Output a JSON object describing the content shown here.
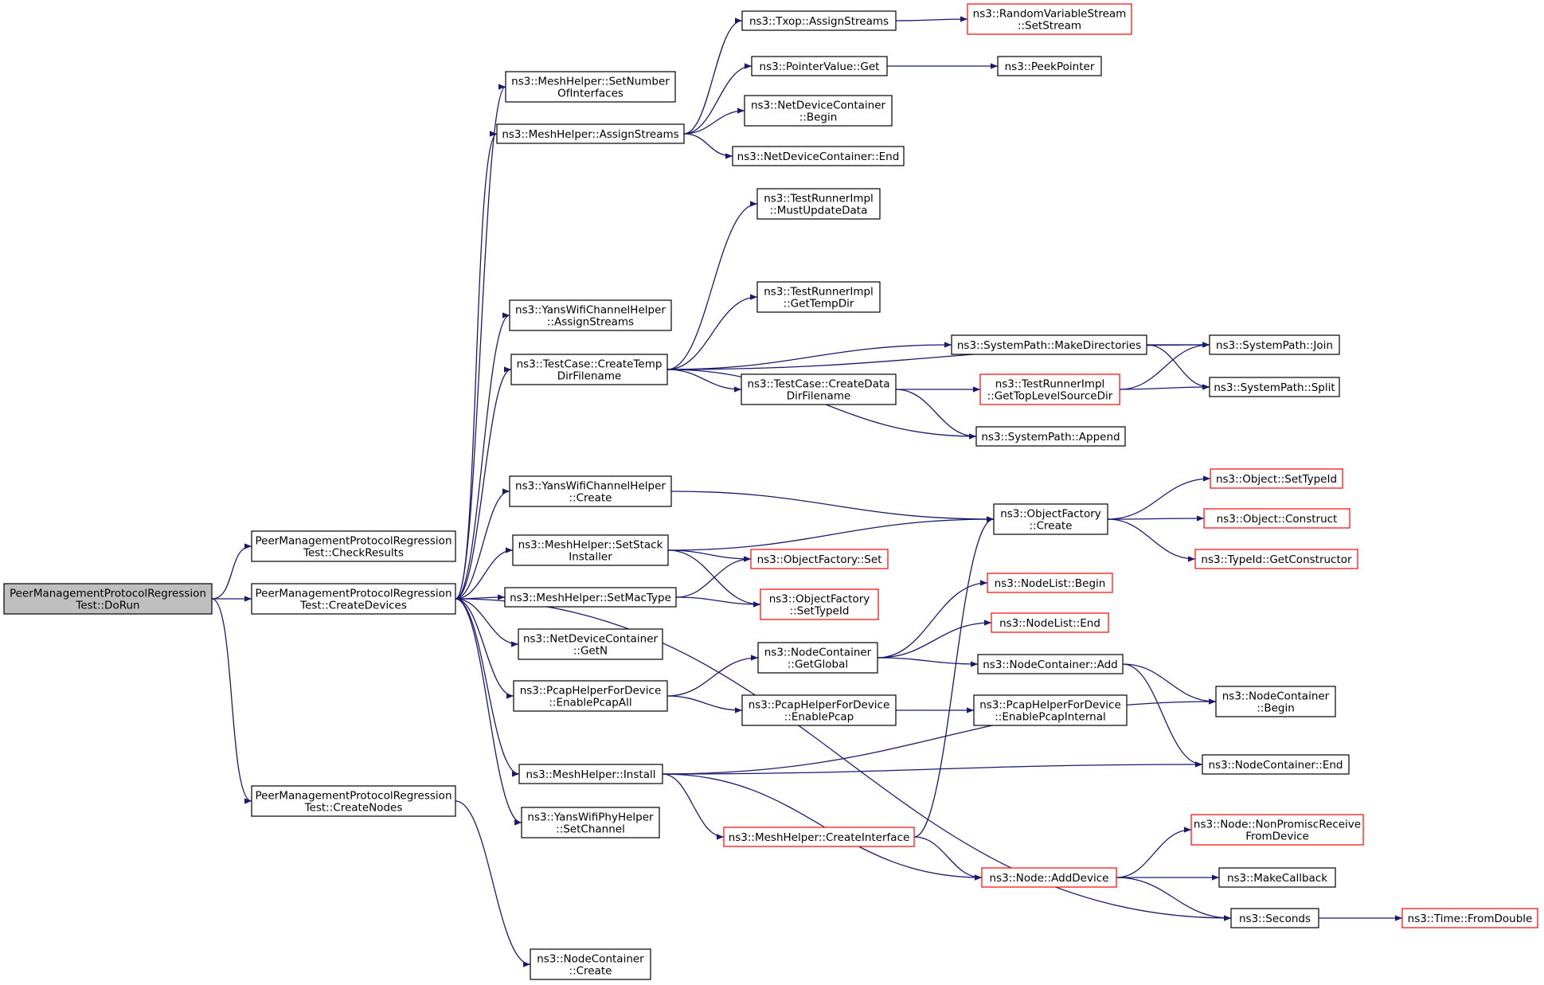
{
  "colors": {
    "edge": "#191970",
    "border_normal": "#000000",
    "border_truncated": "#ff0000",
    "fill_normal": "#ffffff",
    "fill_root": "#bfbfbf"
  },
  "nodes": [
    {
      "id": "dorun",
      "lines": [
        "PeerManagementProtocolRegression",
        "Test::DoRun"
      ],
      "kind": "root"
    },
    {
      "id": "checkresults",
      "lines": [
        "PeerManagementProtocolRegression",
        "Test::CheckResults"
      ],
      "kind": "normal"
    },
    {
      "id": "createdevices",
      "lines": [
        "PeerManagementProtocolRegression",
        "Test::CreateDevices"
      ],
      "kind": "normal"
    },
    {
      "id": "createnodes",
      "lines": [
        "PeerManagementProtocolRegression",
        "Test::CreateNodes"
      ],
      "kind": "normal"
    },
    {
      "id": "setnumif",
      "lines": [
        "ns3::MeshHelper::SetNumber",
        "OfInterfaces"
      ],
      "kind": "normal"
    },
    {
      "id": "mh_assign",
      "lines": [
        "ns3::MeshHelper::AssignStreams"
      ],
      "kind": "normal"
    },
    {
      "id": "yanschan_assign",
      "lines": [
        "ns3::YansWifiChannelHelper",
        "::AssignStreams"
      ],
      "kind": "normal"
    },
    {
      "id": "createtemp",
      "lines": [
        "ns3::TestCase::CreateTemp",
        "DirFilename"
      ],
      "kind": "normal"
    },
    {
      "id": "yanschan_create",
      "lines": [
        "ns3::YansWifiChannelHelper",
        "::Create"
      ],
      "kind": "normal"
    },
    {
      "id": "setstack",
      "lines": [
        "ns3::MeshHelper::SetStack",
        "Installer"
      ],
      "kind": "normal"
    },
    {
      "id": "setmac",
      "lines": [
        "ns3::MeshHelper::SetMacType"
      ],
      "kind": "normal"
    },
    {
      "id": "ndc_getn",
      "lines": [
        "ns3::NetDeviceContainer",
        "::GetN"
      ],
      "kind": "normal"
    },
    {
      "id": "pcap_all",
      "lines": [
        "ns3::PcapHelperForDevice",
        "::EnablePcapAll"
      ],
      "kind": "normal"
    },
    {
      "id": "mh_install",
      "lines": [
        "ns3::MeshHelper::Install"
      ],
      "kind": "normal"
    },
    {
      "id": "yansphy_setchan",
      "lines": [
        "ns3::YansWifiPhyHelper",
        "::SetChannel"
      ],
      "kind": "normal"
    },
    {
      "id": "nc_create",
      "lines": [
        "ns3::NodeContainer",
        "::Create"
      ],
      "kind": "normal"
    },
    {
      "id": "txop_assign",
      "lines": [
        "ns3::Txop::AssignStreams"
      ],
      "kind": "normal"
    },
    {
      "id": "pointer_get",
      "lines": [
        "ns3::PointerValue::Get"
      ],
      "kind": "normal"
    },
    {
      "id": "ndc_begin",
      "lines": [
        "ns3::NetDeviceContainer",
        "::Begin"
      ],
      "kind": "normal"
    },
    {
      "id": "ndc_end",
      "lines": [
        "ns3::NetDeviceContainer::End"
      ],
      "kind": "normal"
    },
    {
      "id": "tri_must",
      "lines": [
        "ns3::TestRunnerImpl",
        "::MustUpdateData"
      ],
      "kind": "normal"
    },
    {
      "id": "tri_gettemp",
      "lines": [
        "ns3::TestRunnerImpl",
        "::GetTempDir"
      ],
      "kind": "normal"
    },
    {
      "id": "createdata",
      "lines": [
        "ns3::TestCase::CreateData",
        "DirFilename"
      ],
      "kind": "normal"
    },
    {
      "id": "sp_makedirs",
      "lines": [
        "ns3::SystemPath::MakeDirectories"
      ],
      "kind": "normal"
    },
    {
      "id": "rvs_setstream",
      "lines": [
        "ns3::RandomVariableStream",
        "::SetStream"
      ],
      "kind": "truncated"
    },
    {
      "id": "peekpointer",
      "lines": [
        "ns3::PeekPointer"
      ],
      "kind": "normal"
    },
    {
      "id": "sp_join",
      "lines": [
        "ns3::SystemPath::Join"
      ],
      "kind": "normal"
    },
    {
      "id": "sp_split",
      "lines": [
        "ns3::SystemPath::Split"
      ],
      "kind": "normal"
    },
    {
      "id": "tri_gettop",
      "lines": [
        "ns3::TestRunnerImpl",
        "::GetTopLevelSourceDir"
      ],
      "kind": "truncated"
    },
    {
      "id": "sp_append",
      "lines": [
        "ns3::SystemPath::Append"
      ],
      "kind": "normal"
    },
    {
      "id": "of_create",
      "lines": [
        "ns3::ObjectFactory",
        "::Create"
      ],
      "kind": "normal"
    },
    {
      "id": "obj_settypeid",
      "lines": [
        "ns3::Object::SetTypeId"
      ],
      "kind": "truncated"
    },
    {
      "id": "obj_construct",
      "lines": [
        "ns3::Object::Construct"
      ],
      "kind": "truncated"
    },
    {
      "id": "typeid_getctor",
      "lines": [
        "ns3::TypeId::GetConstructor"
      ],
      "kind": "truncated"
    },
    {
      "id": "of_set",
      "lines": [
        "ns3::ObjectFactory::Set"
      ],
      "kind": "truncated"
    },
    {
      "id": "of_settypeid",
      "lines": [
        "ns3::ObjectFactory",
        "::SetTypeId"
      ],
      "kind": "truncated"
    },
    {
      "id": "nc_getglobal",
      "lines": [
        "ns3::NodeContainer",
        "::GetGlobal"
      ],
      "kind": "normal"
    },
    {
      "id": "nl_begin",
      "lines": [
        "ns3::NodeList::Begin"
      ],
      "kind": "truncated"
    },
    {
      "id": "nl_end",
      "lines": [
        "ns3::NodeList::End"
      ],
      "kind": "truncated"
    },
    {
      "id": "nc_add",
      "lines": [
        "ns3::NodeContainer::Add"
      ],
      "kind": "normal"
    },
    {
      "id": "pcap_enable",
      "lines": [
        "ns3::PcapHelperForDevice",
        "::EnablePcap"
      ],
      "kind": "normal"
    },
    {
      "id": "pcap_internal",
      "lines": [
        "ns3::PcapHelperForDevice",
        "::EnablePcapInternal"
      ],
      "kind": "normal"
    },
    {
      "id": "nc_begin",
      "lines": [
        "ns3::NodeContainer",
        "::Begin"
      ],
      "kind": "normal"
    },
    {
      "id": "nc_end",
      "lines": [
        "ns3::NodeContainer::End"
      ],
      "kind": "normal"
    },
    {
      "id": "mh_createif",
      "lines": [
        "ns3::MeshHelper::CreateInterface"
      ],
      "kind": "truncated"
    },
    {
      "id": "node_nonpromisc",
      "lines": [
        "ns3::Node::NonPromiscReceive",
        "FromDevice"
      ],
      "kind": "truncated"
    },
    {
      "id": "node_adddevice",
      "lines": [
        "ns3::Node::AddDevice"
      ],
      "kind": "truncated"
    },
    {
      "id": "makecallback",
      "lines": [
        "ns3::MakeCallback"
      ],
      "kind": "normal"
    },
    {
      "id": "seconds",
      "lines": [
        "ns3::Seconds"
      ],
      "kind": "normal"
    },
    {
      "id": "time_fromdouble",
      "lines": [
        "ns3::Time::FromDouble"
      ],
      "kind": "truncated"
    }
  ],
  "edges": [
    [
      "dorun",
      "checkresults"
    ],
    [
      "dorun",
      "createdevices"
    ],
    [
      "dorun",
      "createnodes"
    ],
    [
      "createdevices",
      "setnumif"
    ],
    [
      "createdevices",
      "mh_assign"
    ],
    [
      "createdevices",
      "yanschan_assign"
    ],
    [
      "createdevices",
      "createtemp"
    ],
    [
      "createdevices",
      "yanschan_create"
    ],
    [
      "createdevices",
      "setstack"
    ],
    [
      "createdevices",
      "setmac"
    ],
    [
      "createdevices",
      "ndc_getn"
    ],
    [
      "createdevices",
      "pcap_all"
    ],
    [
      "createdevices",
      "mh_install"
    ],
    [
      "createdevices",
      "yansphy_setchan"
    ],
    [
      "createdevices",
      "seconds"
    ],
    [
      "createnodes",
      "nc_create"
    ],
    [
      "mh_assign",
      "txop_assign"
    ],
    [
      "mh_assign",
      "pointer_get"
    ],
    [
      "mh_assign",
      "ndc_begin"
    ],
    [
      "mh_assign",
      "ndc_end"
    ],
    [
      "txop_assign",
      "rvs_setstream"
    ],
    [
      "pointer_get",
      "peekpointer"
    ],
    [
      "createtemp",
      "tri_must"
    ],
    [
      "createtemp",
      "sp_join"
    ],
    [
      "createtemp",
      "tri_gettemp"
    ],
    [
      "createtemp",
      "sp_makedirs"
    ],
    [
      "createtemp",
      "createdata"
    ],
    [
      "createtemp",
      "sp_append"
    ],
    [
      "sp_makedirs",
      "sp_join"
    ],
    [
      "sp_makedirs",
      "sp_split"
    ],
    [
      "createdata",
      "tri_gettop"
    ],
    [
      "createdata",
      "sp_append"
    ],
    [
      "tri_gettop",
      "sp_join"
    ],
    [
      "tri_gettop",
      "sp_split"
    ],
    [
      "yanschan_create",
      "of_create"
    ],
    [
      "setstack",
      "of_create"
    ],
    [
      "setstack",
      "of_set"
    ],
    [
      "setstack",
      "of_settypeid"
    ],
    [
      "setmac",
      "of_set"
    ],
    [
      "setmac",
      "of_settypeid"
    ],
    [
      "of_create",
      "obj_settypeid"
    ],
    [
      "of_create",
      "obj_construct"
    ],
    [
      "of_create",
      "typeid_getctor"
    ],
    [
      "pcap_all",
      "nc_getglobal"
    ],
    [
      "pcap_all",
      "pcap_enable"
    ],
    [
      "nc_getglobal",
      "nl_begin"
    ],
    [
      "nc_getglobal",
      "nl_end"
    ],
    [
      "nc_getglobal",
      "nc_add"
    ],
    [
      "nc_add",
      "nc_begin"
    ],
    [
      "nc_add",
      "nc_end"
    ],
    [
      "pcap_enable",
      "pcap_internal"
    ],
    [
      "mh_install",
      "nc_begin"
    ],
    [
      "mh_install",
      "nc_end"
    ],
    [
      "mh_install",
      "mh_createif"
    ],
    [
      "mh_install",
      "node_adddevice"
    ],
    [
      "mh_createif",
      "of_create"
    ],
    [
      "mh_createif",
      "node_adddevice"
    ],
    [
      "node_adddevice",
      "node_nonpromisc"
    ],
    [
      "node_adddevice",
      "makecallback"
    ],
    [
      "node_adddevice",
      "seconds"
    ],
    [
      "seconds",
      "time_fromdouble"
    ]
  ]
}
